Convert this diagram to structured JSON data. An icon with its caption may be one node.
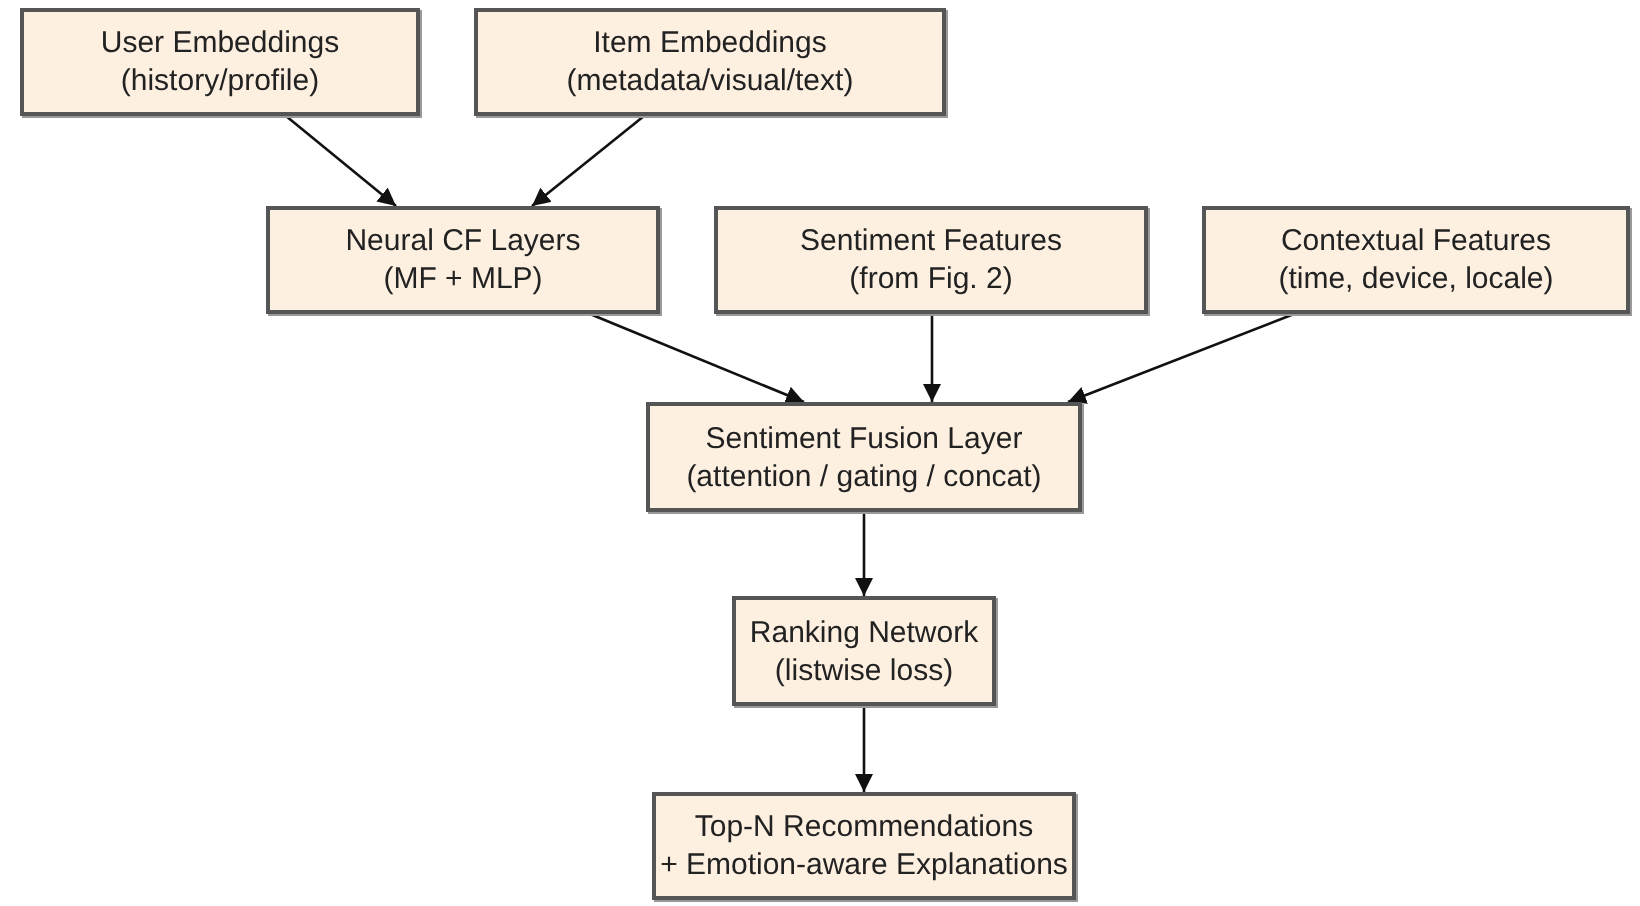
{
  "diagram": {
    "nodes": [
      {
        "text": [
          "User Embeddings",
          "(history/profile)"
        ]
      },
      {
        "text": [
          "Item Embeddings",
          "(metadata/visual/text)"
        ]
      },
      {
        "text": [
          "Neural CF Layers",
          "(MF + MLP)"
        ]
      },
      {
        "text": [
          "Sentiment Features",
          "(from Fig. 2)"
        ]
      },
      {
        "text": [
          "Contextual Features",
          "(time, device, locale)"
        ]
      },
      {
        "text": [
          "Sentiment Fusion Layer",
          "(attention / gating / concat)"
        ]
      },
      {
        "text": [
          "Ranking Network",
          "(listwise loss)"
        ]
      },
      {
        "text": [
          "Top-N Recommendations",
          "+ Emotion-aware Explanations"
        ]
      }
    ],
    "edges": [
      {
        "from": 0,
        "to": 2,
        "arrow": "to"
      },
      {
        "from": 1,
        "to": 2,
        "arrow": "to"
      },
      {
        "from": 2,
        "to": 5,
        "arrow": "to"
      },
      {
        "from": 3,
        "to": 5,
        "arrow": "to"
      },
      {
        "from": 4,
        "to": 5,
        "arrow": "to"
      },
      {
        "from": 5,
        "to": 6,
        "arrow": "to"
      },
      {
        "from": 6,
        "to": 7,
        "arrow": "to"
      }
    ]
  }
}
